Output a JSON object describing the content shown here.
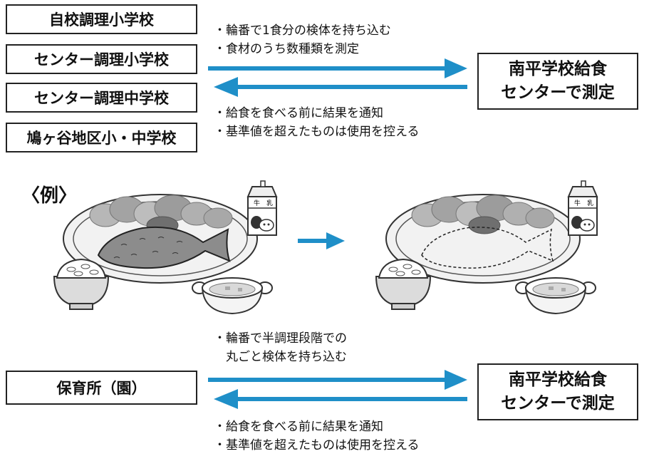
{
  "top": {
    "schools": [
      "自校調理小学校",
      "センター調理小学校",
      "センター調理中学校",
      "鳩ヶ谷地区小・中学校"
    ],
    "upper_notes": [
      "・輪番で1食分の検体を持ち込む",
      "・食材のうち数種類を測定"
    ],
    "lower_notes": [
      "・給食を食べる前に結果を通知",
      "・基準値を超えたものは使用を控える"
    ],
    "center": [
      "南平学校給食",
      "センターで測定"
    ]
  },
  "example": {
    "label": "〈例〉",
    "milk_text": [
      "牛",
      "乳"
    ]
  },
  "bottom": {
    "source": "保育所（園）",
    "upper_notes": [
      "・輪番で半調理段階での",
      "　丸ごと検体を持ち込む"
    ],
    "lower_notes": [
      "・給食を食べる前に結果を通知",
      "・基準値を超えたものは使用を控える"
    ],
    "center": [
      "南平学校給食",
      "センターで測定"
    ]
  },
  "colors": {
    "arrow": "#1f8fc8",
    "border": "#222222",
    "plate_fill": "#f2f2f2",
    "greens": "#9a9a9a",
    "fish": "#8c8c8c"
  }
}
